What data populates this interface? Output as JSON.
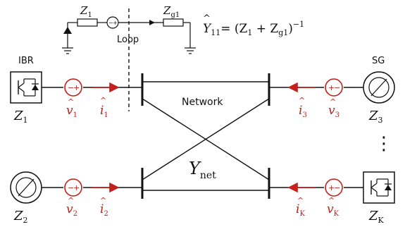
{
  "colors": {
    "ink": "#111111",
    "accent": "#c4201c",
    "fill": "#ffffff"
  },
  "inset": {
    "z1": "Z",
    "z1_sub": "1",
    "zg1": "Z",
    "zg1_sub": "g1",
    "loop": "Loop",
    "formula_lhs": "Y",
    "formula_lhs_sub": "11",
    "formula_rhs": "= (Z",
    "formula_rhs_sub1": "1",
    "formula_plus": " + Z",
    "formula_rhs_sub2": "g1",
    "formula_close": ")",
    "formula_exp": "−1"
  },
  "devices": {
    "ibr_label": "IBR",
    "sg_label": "SG",
    "z1": "Z",
    "z1_sub": "1",
    "z2": "Z",
    "z2_sub": "2",
    "z3": "Z",
    "z3_sub": "3",
    "zk": "Z",
    "zk_sub": "K"
  },
  "sources": {
    "v1": "v",
    "v1_sub": "1",
    "i1": "i",
    "i1_sub": "1",
    "v2": "v",
    "v2_sub": "2",
    "i2": "i",
    "i2_sub": "2",
    "v3": "v",
    "v3_sub": "3",
    "i3": "i",
    "i3_sub": "3",
    "vk": "v",
    "vk_sub": "K",
    "ik": "i",
    "ik_sub": "K"
  },
  "network": {
    "label": "Network",
    "ynet": "Y",
    "ynet_sub": "net",
    "ellipsis": "⋮"
  }
}
